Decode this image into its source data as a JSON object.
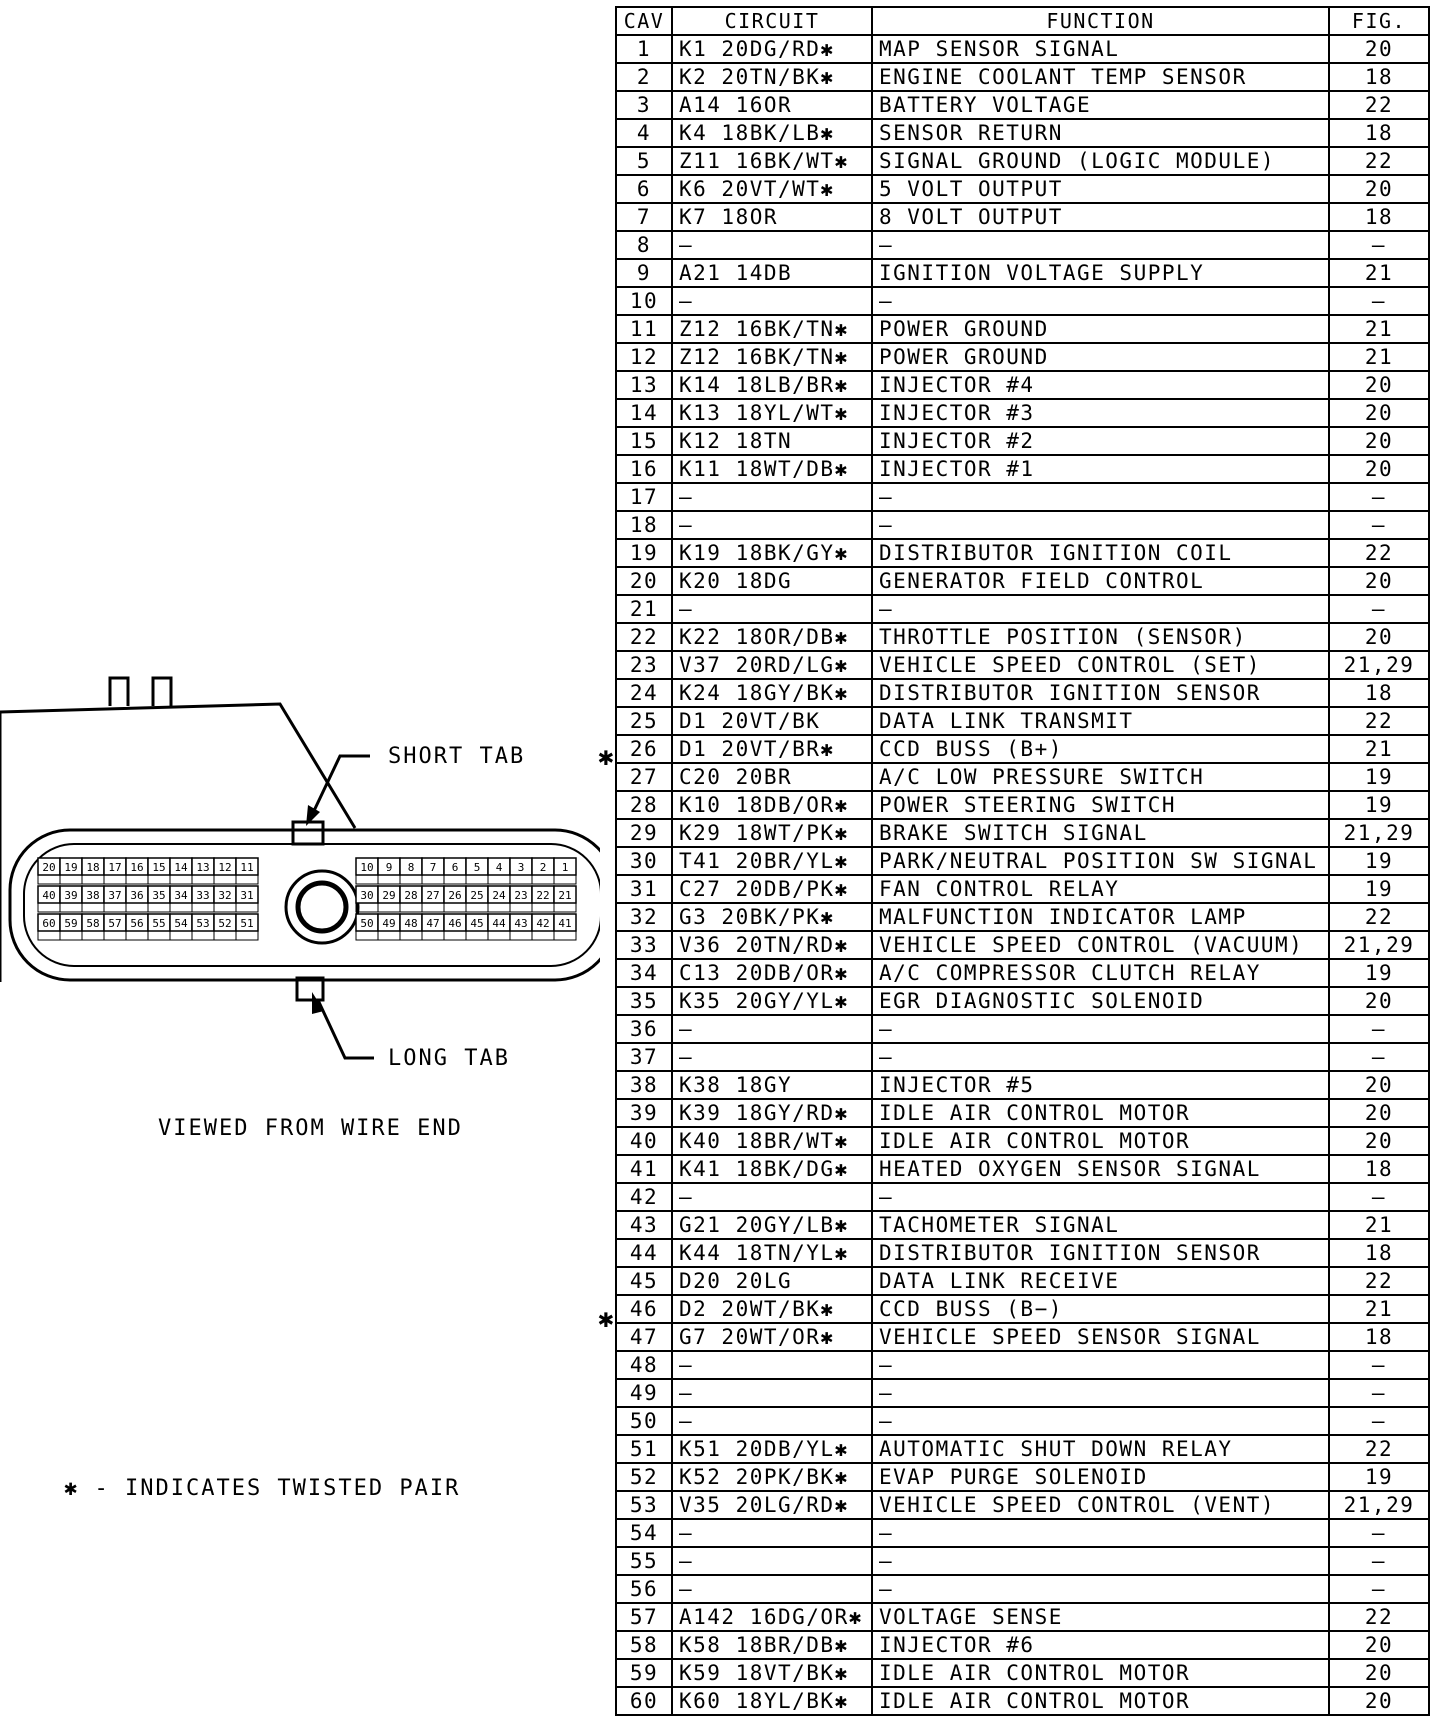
{
  "labels": {
    "short_tab": "SHORT TAB",
    "long_tab": "LONG TAB",
    "viewed": "VIEWED FROM WIRE END",
    "legend": "✱ - INDICATES TWISTED PAIR",
    "star": "✱"
  },
  "connector": {
    "top_row": [
      "20",
      "19",
      "18",
      "17",
      "16",
      "15",
      "14",
      "13",
      "12",
      "11",
      "10",
      "9",
      "8",
      "7",
      "6",
      "5",
      "4",
      "3",
      "2",
      "1"
    ],
    "mid_row": [
      "40",
      "39",
      "38",
      "37",
      "36",
      "35",
      "34",
      "33",
      "32",
      "31",
      "30",
      "29",
      "28",
      "27",
      "26",
      "25",
      "24",
      "23",
      "22",
      "21"
    ],
    "bot_row": [
      "60",
      "59",
      "58",
      "57",
      "56",
      "55",
      "54",
      "53",
      "52",
      "51",
      "50",
      "49",
      "48",
      "47",
      "46",
      "45",
      "44",
      "43",
      "42",
      "41"
    ]
  },
  "table": {
    "headers": {
      "cav": "CAV",
      "circuit": "CIRCUIT",
      "function": "FUNCTION",
      "fig": "FIG."
    },
    "rows": [
      {
        "cav": "1",
        "circuit": "K1 20DG/RD✱",
        "function": "MAP SENSOR SIGNAL",
        "fig": "20"
      },
      {
        "cav": "2",
        "circuit": "K2 20TN/BK✱",
        "function": "ENGINE COOLANT TEMP SENSOR",
        "fig": "18"
      },
      {
        "cav": "3",
        "circuit": "A14 16OR",
        "function": "BATTERY VOLTAGE",
        "fig": "22"
      },
      {
        "cav": "4",
        "circuit": "K4 18BK/LB✱",
        "function": "SENSOR RETURN",
        "fig": "18"
      },
      {
        "cav": "5",
        "circuit": "Z11 16BK/WT✱",
        "function": "SIGNAL GROUND (LOGIC MODULE)",
        "fig": "22"
      },
      {
        "cav": "6",
        "circuit": "K6 20VT/WT✱",
        "function": "5 VOLT OUTPUT",
        "fig": "20"
      },
      {
        "cav": "7",
        "circuit": "K7 18OR",
        "function": "8 VOLT OUTPUT",
        "fig": "18"
      },
      {
        "cav": "8",
        "circuit": "—",
        "function": "—",
        "fig": "—"
      },
      {
        "cav": "9",
        "circuit": "A21 14DB",
        "function": "IGNITION VOLTAGE SUPPLY",
        "fig": "21"
      },
      {
        "cav": "10",
        "circuit": "—",
        "function": "—",
        "fig": "—"
      },
      {
        "cav": "11",
        "circuit": "Z12 16BK/TN✱",
        "function": "POWER GROUND",
        "fig": "21"
      },
      {
        "cav": "12",
        "circuit": "Z12 16BK/TN✱",
        "function": "POWER GROUND",
        "fig": "21"
      },
      {
        "cav": "13",
        "circuit": "K14 18LB/BR✱",
        "function": "INJECTOR #4",
        "fig": "20"
      },
      {
        "cav": "14",
        "circuit": "K13 18YL/WT✱",
        "function": "INJECTOR #3",
        "fig": "20"
      },
      {
        "cav": "15",
        "circuit": "K12 18TN",
        "function": "INJECTOR #2",
        "fig": "20"
      },
      {
        "cav": "16",
        "circuit": "K11 18WT/DB✱",
        "function": "INJECTOR #1",
        "fig": "20"
      },
      {
        "cav": "17",
        "circuit": "—",
        "function": "—",
        "fig": "—"
      },
      {
        "cav": "18",
        "circuit": "—",
        "function": "—",
        "fig": "—"
      },
      {
        "cav": "19",
        "circuit": "K19 18BK/GY✱",
        "function": "DISTRIBUTOR IGNITION COIL",
        "fig": "22"
      },
      {
        "cav": "20",
        "circuit": "K20 18DG",
        "function": "GENERATOR FIELD CONTROL",
        "fig": "20"
      },
      {
        "cav": "21",
        "circuit": "—",
        "function": "—",
        "fig": "—"
      },
      {
        "cav": "22",
        "circuit": "K22 18OR/DB✱",
        "function": "THROTTLE POSITION (SENSOR)",
        "fig": "20"
      },
      {
        "cav": "23",
        "circuit": "V37 20RD/LG✱",
        "function": "VEHICLE SPEED CONTROL (SET)",
        "fig": "21,29"
      },
      {
        "cav": "24",
        "circuit": "K24 18GY/BK✱",
        "function": "DISTRIBUTOR IGNITION SENSOR",
        "fig": "18"
      },
      {
        "cav": "25",
        "circuit": "D1 20VT/BK",
        "function": "DATA LINK TRANSMIT",
        "fig": "22"
      },
      {
        "cav": "26",
        "circuit": "D1 20VT/BR✱",
        "function": "CCD BUSS (B+)",
        "fig": "21"
      },
      {
        "cav": "27",
        "circuit": "C20 20BR",
        "function": "A/C LOW PRESSURE SWITCH",
        "fig": "19"
      },
      {
        "cav": "28",
        "circuit": "K10 18DB/OR✱",
        "function": "POWER STEERING SWITCH",
        "fig": "19"
      },
      {
        "cav": "29",
        "circuit": "K29 18WT/PK✱",
        "function": "BRAKE SWITCH SIGNAL",
        "fig": "21,29"
      },
      {
        "cav": "30",
        "circuit": "T41 20BR/YL✱",
        "function": "PARK/NEUTRAL POSITION SW SIGNAL",
        "fig": "19"
      },
      {
        "cav": "31",
        "circuit": "C27 20DB/PK✱",
        "function": "FAN CONTROL RELAY",
        "fig": "19"
      },
      {
        "cav": "32",
        "circuit": "G3 20BK/PK✱",
        "function": "MALFUNCTION INDICATOR LAMP",
        "fig": "22"
      },
      {
        "cav": "33",
        "circuit": "V36 20TN/RD✱",
        "function": "VEHICLE SPEED CONTROL (VACUUM)",
        "fig": "21,29"
      },
      {
        "cav": "34",
        "circuit": "C13 20DB/OR✱",
        "function": "A/C COMPRESSOR CLUTCH RELAY",
        "fig": "19"
      },
      {
        "cav": "35",
        "circuit": "K35 20GY/YL✱",
        "function": "EGR DIAGNOSTIC SOLENOID",
        "fig": "20"
      },
      {
        "cav": "36",
        "circuit": "—",
        "function": "—",
        "fig": "—"
      },
      {
        "cav": "37",
        "circuit": "—",
        "function": "—",
        "fig": "—"
      },
      {
        "cav": "38",
        "circuit": "K38 18GY",
        "function": "INJECTOR #5",
        "fig": "20"
      },
      {
        "cav": "39",
        "circuit": "K39 18GY/RD✱",
        "function": "IDLE AIR CONTROL MOTOR",
        "fig": "20"
      },
      {
        "cav": "40",
        "circuit": "K40 18BR/WT✱",
        "function": "IDLE AIR CONTROL MOTOR",
        "fig": "20"
      },
      {
        "cav": "41",
        "circuit": "K41 18BK/DG✱",
        "function": "HEATED OXYGEN SENSOR SIGNAL",
        "fig": "18"
      },
      {
        "cav": "42",
        "circuit": "—",
        "function": "—",
        "fig": "—"
      },
      {
        "cav": "43",
        "circuit": "G21 20GY/LB✱",
        "function": "TACHOMETER SIGNAL",
        "fig": "21"
      },
      {
        "cav": "44",
        "circuit": "K44 18TN/YL✱",
        "function": "DISTRIBUTOR IGNITION SENSOR",
        "fig": "18"
      },
      {
        "cav": "45",
        "circuit": "D20 20LG",
        "function": "DATA LINK RECEIVE",
        "fig": "22"
      },
      {
        "cav": "46",
        "circuit": "D2 20WT/BK✱",
        "function": "CCD BUSS (B−)",
        "fig": "21"
      },
      {
        "cav": "47",
        "circuit": "G7 20WT/OR✱",
        "function": "VEHICLE SPEED SENSOR SIGNAL",
        "fig": "18"
      },
      {
        "cav": "48",
        "circuit": "—",
        "function": "—",
        "fig": "—"
      },
      {
        "cav": "49",
        "circuit": "—",
        "function": "—",
        "fig": "—"
      },
      {
        "cav": "50",
        "circuit": "—",
        "function": "—",
        "fig": "—"
      },
      {
        "cav": "51",
        "circuit": "K51 20DB/YL✱",
        "function": "AUTOMATIC SHUT DOWN RELAY",
        "fig": "22"
      },
      {
        "cav": "52",
        "circuit": "K52 20PK/BK✱",
        "function": "EVAP PURGE SOLENOID",
        "fig": "19"
      },
      {
        "cav": "53",
        "circuit": "V35 20LG/RD✱",
        "function": "VEHICLE SPEED CONTROL (VENT)",
        "fig": "21,29"
      },
      {
        "cav": "54",
        "circuit": "—",
        "function": "—",
        "fig": "—"
      },
      {
        "cav": "55",
        "circuit": "—",
        "function": "—",
        "fig": "—"
      },
      {
        "cav": "56",
        "circuit": "—",
        "function": "—",
        "fig": "—"
      },
      {
        "cav": "57",
        "circuit": "A142 16DG/OR✱",
        "function": "VOLTAGE SENSE",
        "fig": "22"
      },
      {
        "cav": "58",
        "circuit": "K58 18BR/DB✱",
        "function": "INJECTOR #6",
        "fig": "20"
      },
      {
        "cav": "59",
        "circuit": "K59 18VT/BK✱",
        "function": "IDLE AIR CONTROL MOTOR",
        "fig": "20"
      },
      {
        "cav": "60",
        "circuit": "K60 18YL/BK✱",
        "function": "IDLE AIR CONTROL MOTOR",
        "fig": "20"
      }
    ]
  }
}
